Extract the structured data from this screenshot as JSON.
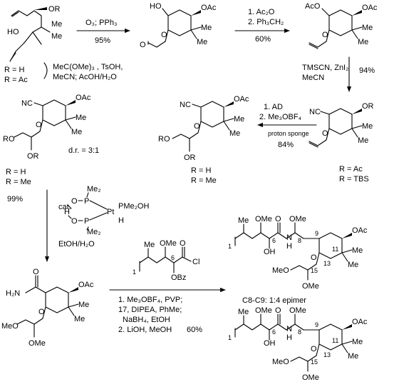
{
  "reagents": {
    "step1": {
      "line1": "O₃; PPh₃",
      "yield": "95%"
    },
    "step2": {
      "line1": "1. Ac₂O",
      "line2": "2. Ph₃CH₂",
      "yield": "60%"
    },
    "step3": {
      "line1": "TMSCN, ZnI₂",
      "line2": "MeCN",
      "yield": "94%"
    },
    "step4": {
      "line1": "1. AD",
      "line2": "2. Me₃OBF₄",
      "line3": "proton sponge",
      "yield": "84%"
    },
    "step0": {
      "line1": "MeC(OMe)₃ , TsOH,",
      "line2": "MeCN; AcOH/H₂O"
    },
    "step5": {
      "cat": "cat.",
      "solvent": "EtOH/H₂O",
      "yield": "99%"
    },
    "step6": {
      "line1": "1. Me₃OBF₄, PVP;",
      "line2": "17, DIPEA, PhMe;",
      "line3": "NaBH₄, EtOH",
      "line4": "2. LiOH, MeOH",
      "yield": "60%"
    }
  },
  "r_groups": {
    "start": [
      "R = H",
      "R = Ac"
    ],
    "tbs": [
      "R = Ac",
      "R = TBS"
    ],
    "diol_left": [
      "R = H",
      "R = Me"
    ],
    "diol_mid": [
      "R = H",
      "R = Me"
    ]
  },
  "labels": {
    "dr": "d.r. = 3:1",
    "epimer": "C8-C9: 1:4 epimer",
    "cmpd": "17"
  },
  "atoms": {
    "OR": "OR",
    "HO": "HO",
    "Me": "Me",
    "OAc": "OAc",
    "O": "O",
    "AcO": "AcO",
    "NC": "NC",
    "RO": "RO",
    "H2N": "H₂N",
    "MeO": "MeO",
    "OMe": "OMe",
    "OH": "OH",
    "Cl": "Cl",
    "OBz": "OBz",
    "N": "N",
    "H": "H",
    "P": "P",
    "Pt": "Pt",
    "PMe2OH": "PMe₂OH",
    "Me2": "Me₂",
    "OTBS": "OR"
  },
  "numbers": {
    "n1": "1",
    "n6": "6",
    "n8": "8",
    "n9": "9",
    "n11": "11",
    "n13": "13",
    "n15": "15"
  }
}
